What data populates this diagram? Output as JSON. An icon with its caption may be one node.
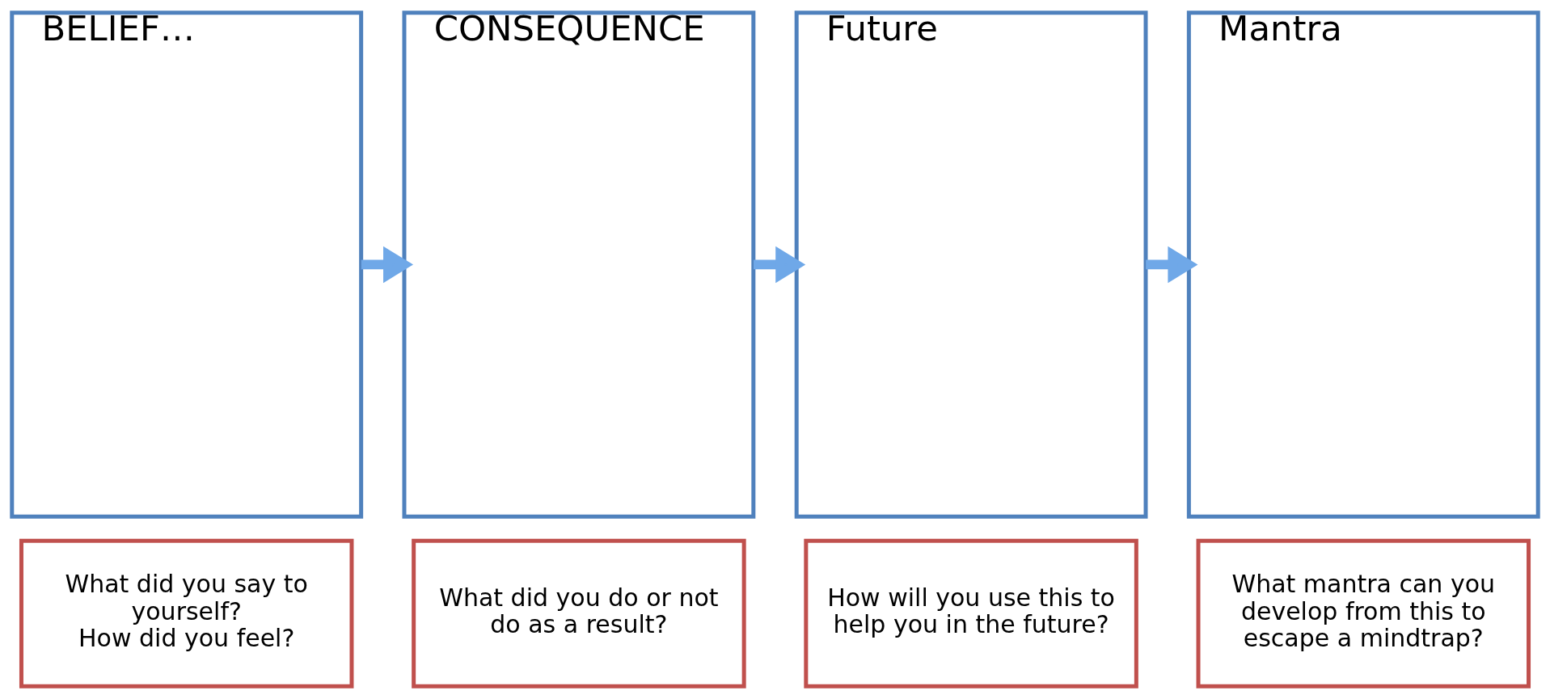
{
  "diagram": {
    "nodes": [
      {
        "text": [
          "BELIEF…"
        ]
      },
      {
        "text": [
          "CONSEQUENCE"
        ]
      },
      {
        "text": [
          "Future"
        ]
      },
      {
        "text": [
          "Mantra"
        ]
      },
      {
        "text": [
          "What did you say to yourself?",
          "How did you feel?"
        ]
      },
      {
        "text": [
          "What did you do or not do as a result?"
        ]
      },
      {
        "text": [
          "How will you use this to help you in the future?"
        ]
      },
      {
        "text": [
          "What mantra can you develop from this to escape a mindtrap?"
        ]
      }
    ],
    "edges": [
      {
        "from": 0,
        "to": 1,
        "arrow": "to"
      },
      {
        "from": 1,
        "to": 2,
        "arrow": "to"
      },
      {
        "from": 2,
        "to": 3,
        "arrow": "to"
      }
    ]
  }
}
